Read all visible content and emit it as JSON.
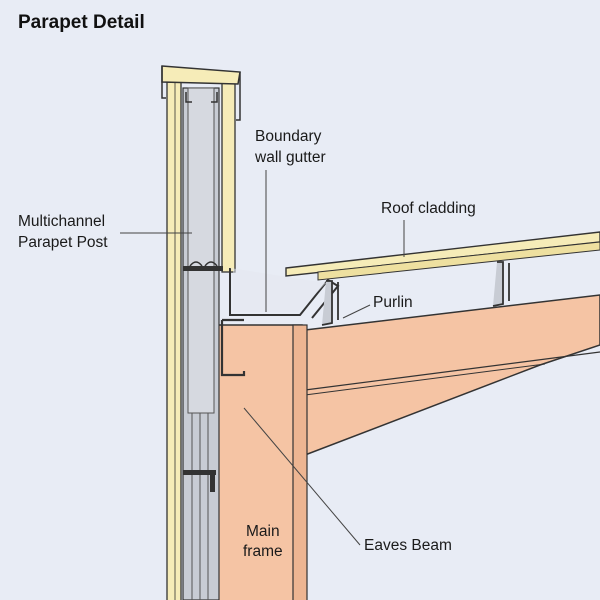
{
  "title": "Parapet Detail",
  "labels": {
    "boundary_gutter_line1": "Boundary",
    "boundary_gutter_line2": "wall gutter",
    "roof_cladding": "Roof cladding",
    "parapet_post_line1": "Multichannel",
    "parapet_post_line2": "Parapet Post",
    "purlin": "Purlin",
    "main_frame_line1": "Main",
    "main_frame_line2": "frame",
    "eaves_beam": "Eaves Beam"
  },
  "colors": {
    "background": "#e8ecf5",
    "timber": "#f5c4a4",
    "cladding": "#f6ecb8",
    "steel": "#c8ccd4",
    "outline": "#333333",
    "leader": "#444444"
  }
}
